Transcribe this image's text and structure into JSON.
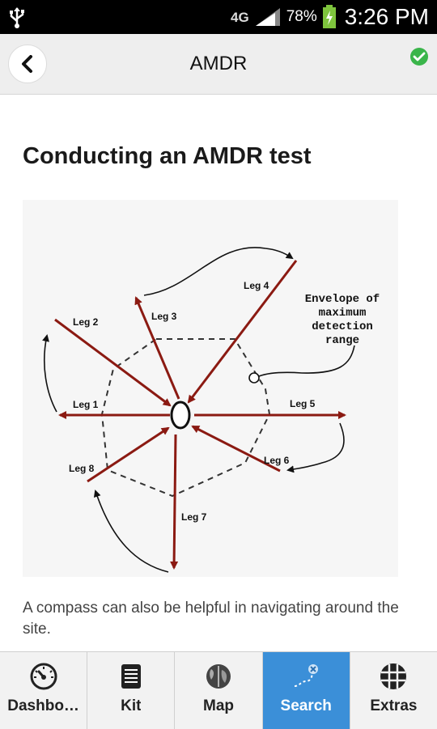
{
  "status_bar": {
    "network": "4G",
    "battery_percent": "78%",
    "time": "3:26 PM"
  },
  "header": {
    "title": "AMDR"
  },
  "content": {
    "title": "Conducting an AMDR test",
    "caption": "A compass can also be helpful in navigating around the site."
  },
  "diagram": {
    "legs": [
      "Leg 1",
      "Leg 2",
      "Leg 3",
      "Leg 4",
      "Leg 5",
      "Leg 6",
      "Leg 7",
      "Leg 8"
    ],
    "envelope_label": [
      "Envelope of",
      "maximum",
      "detection",
      "range"
    ]
  },
  "tabs": [
    {
      "label": "Dashbo…",
      "icon": "dashboard-gauge-icon",
      "active": false
    },
    {
      "label": "Kit",
      "icon": "kit-list-icon",
      "active": false
    },
    {
      "label": "Map",
      "icon": "map-icon",
      "active": false
    },
    {
      "label": "Search",
      "icon": "search-path-icon",
      "active": true
    },
    {
      "label": "Extras",
      "icon": "extras-grid-icon",
      "active": false
    }
  ],
  "colors": {
    "accent": "#3b8fd8",
    "arrow": "#8b1a12",
    "ok": "#3ab54a"
  }
}
